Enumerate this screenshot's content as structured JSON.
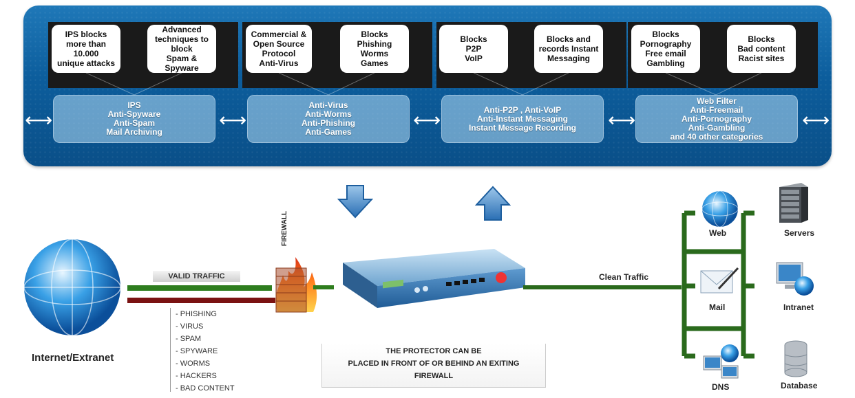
{
  "modules": [
    {
      "cards": [
        "IPS blocks\nmore than 10.000\nunique attacks",
        "Advanced\ntechniques to block\nSpam & Spyware"
      ],
      "filter": "IPS\nAnti-Spyware\nAnti-Spam\nMail Archiving"
    },
    {
      "cards": [
        "Commercial &\nOpen Source\nProtocol\nAnti-Virus",
        "Blocks\nPhishing\nWorms\nGames"
      ],
      "filter": "Anti-Virus\nAnti-Worms\nAnti-Phishing\nAnti-Games"
    },
    {
      "cards": [
        "Blocks\nP2P\nVoIP",
        "Blocks and\nrecords Instant\nMessaging"
      ],
      "filter": "Anti-P2P , Anti-VoIP\nAnti-Instant Messaging\nInstant Message Recording"
    },
    {
      "cards": [
        "Blocks\nPornography\nFree email\nGambling",
        "Blocks\nBad content\nRacist sites"
      ],
      "filter": "Web Filter\nAnti-Freemail\nAnti-Pornography\nAnti-Gambling\nand 40 other categories"
    }
  ],
  "labels": {
    "internet": "Internet/Extranet",
    "valid_traffic": "VALID TRAFFIC",
    "firewall": "FIREWALL",
    "clean_traffic": "Clean Traffic",
    "protector_note": "THE PROTECTOR CAN BE\nPLACED IN FRONT OF OR BEHIND AN EXITING\nFIREWALL"
  },
  "threats": [
    "- PHISHING",
    "- VIRUS",
    "- SPAM",
    "- SPYWARE",
    "- WORMS",
    "- HACKERS",
    "- BAD CONTENT"
  ],
  "network": [
    {
      "name": "Web",
      "icon": "globe-icon"
    },
    {
      "name": "Servers",
      "icon": "server-rack-icon"
    },
    {
      "name": "Mail",
      "icon": "mail-icon"
    },
    {
      "name": "Intranet",
      "icon": "monitor-globe-icon"
    },
    {
      "name": "DNS",
      "icon": "network-computers-icon"
    },
    {
      "name": "Database",
      "icon": "database-icon"
    }
  ],
  "colors": {
    "panel_blue": "#0c5d9c",
    "valid_line": "#2e7d1e",
    "bad_line": "#7a1212",
    "network_lines": "#2a6a1c"
  }
}
